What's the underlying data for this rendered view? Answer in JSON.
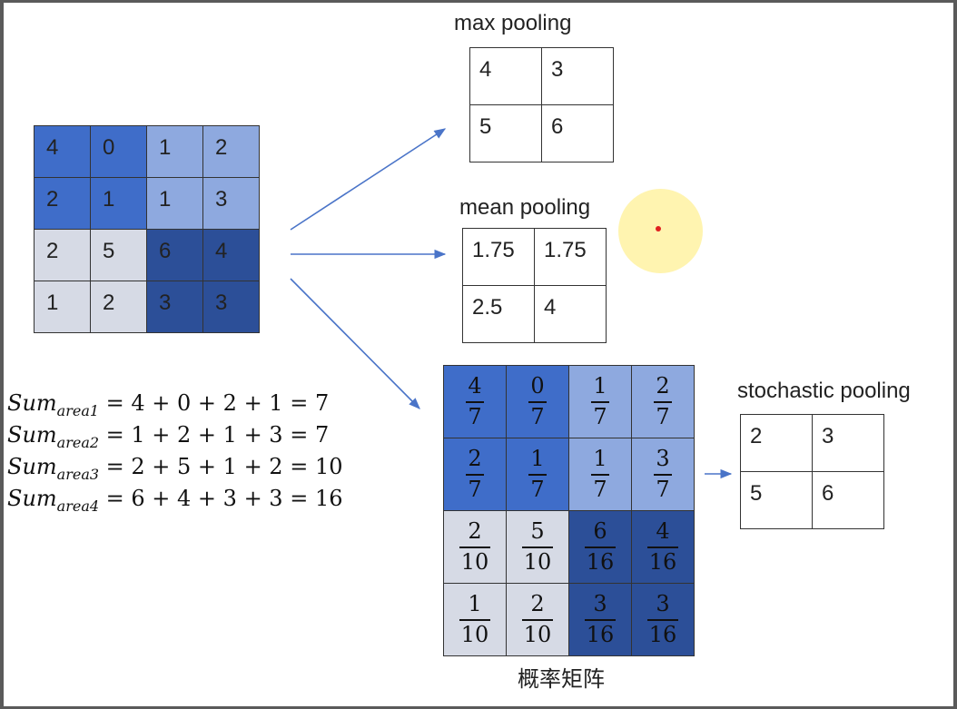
{
  "input_grid": {
    "rows": [
      [
        "4",
        "0",
        "1",
        "2"
      ],
      [
        "2",
        "1",
        "1",
        "3"
      ],
      [
        "2",
        "5",
        "6",
        "4"
      ],
      [
        "1",
        "2",
        "3",
        "3"
      ]
    ]
  },
  "sums": [
    {
      "base": "Sum",
      "sub": "area1",
      "expr": " = 4 + 0 + 2 + 1 = 7"
    },
    {
      "base": "Sum",
      "sub": "area2",
      "expr": " = 1 + 2 + 1 + 3 = 7"
    },
    {
      "base": "Sum",
      "sub": "area3",
      "expr": " = 2 + 5 + 1 + 2 = 10"
    },
    {
      "base": "Sum",
      "sub": "area4",
      "expr": " = 6 + 4 + 3 + 3 = 16"
    }
  ],
  "max_pooling": {
    "title": "max pooling",
    "rows": [
      [
        "4",
        "3"
      ],
      [
        "5",
        "6"
      ]
    ]
  },
  "mean_pooling": {
    "title": "mean pooling",
    "rows": [
      [
        "1.75",
        "1.75"
      ],
      [
        "2.5",
        "4"
      ]
    ]
  },
  "probability_matrix": {
    "title": "概率矩阵",
    "rows": [
      [
        {
          "num": "4",
          "den": "7"
        },
        {
          "num": "0",
          "den": "7"
        },
        {
          "num": "1",
          "den": "7"
        },
        {
          "num": "2",
          "den": "7"
        }
      ],
      [
        {
          "num": "2",
          "den": "7"
        },
        {
          "num": "1",
          "den": "7"
        },
        {
          "num": "1",
          "den": "7"
        },
        {
          "num": "3",
          "den": "7"
        }
      ],
      [
        {
          "num": "2",
          "den": "10"
        },
        {
          "num": "5",
          "den": "10"
        },
        {
          "num": "6",
          "den": "16"
        },
        {
          "num": "4",
          "den": "16"
        }
      ],
      [
        {
          "num": "1",
          "den": "10"
        },
        {
          "num": "2",
          "den": "10"
        },
        {
          "num": "3",
          "den": "16"
        },
        {
          "num": "3",
          "den": "16"
        }
      ]
    ]
  },
  "stochastic_pooling": {
    "title": "stochastic pooling",
    "rows": [
      [
        "2",
        "3"
      ],
      [
        "5",
        "6"
      ]
    ]
  },
  "colors": {
    "area1": "#3f6dc9",
    "area2": "#8ea9df",
    "area3": "#d6dae5",
    "area4": "#2c4f98",
    "arrow": "#4a74c8",
    "pointer_halo": "#fff096",
    "pointer_dot": "#e02020"
  }
}
